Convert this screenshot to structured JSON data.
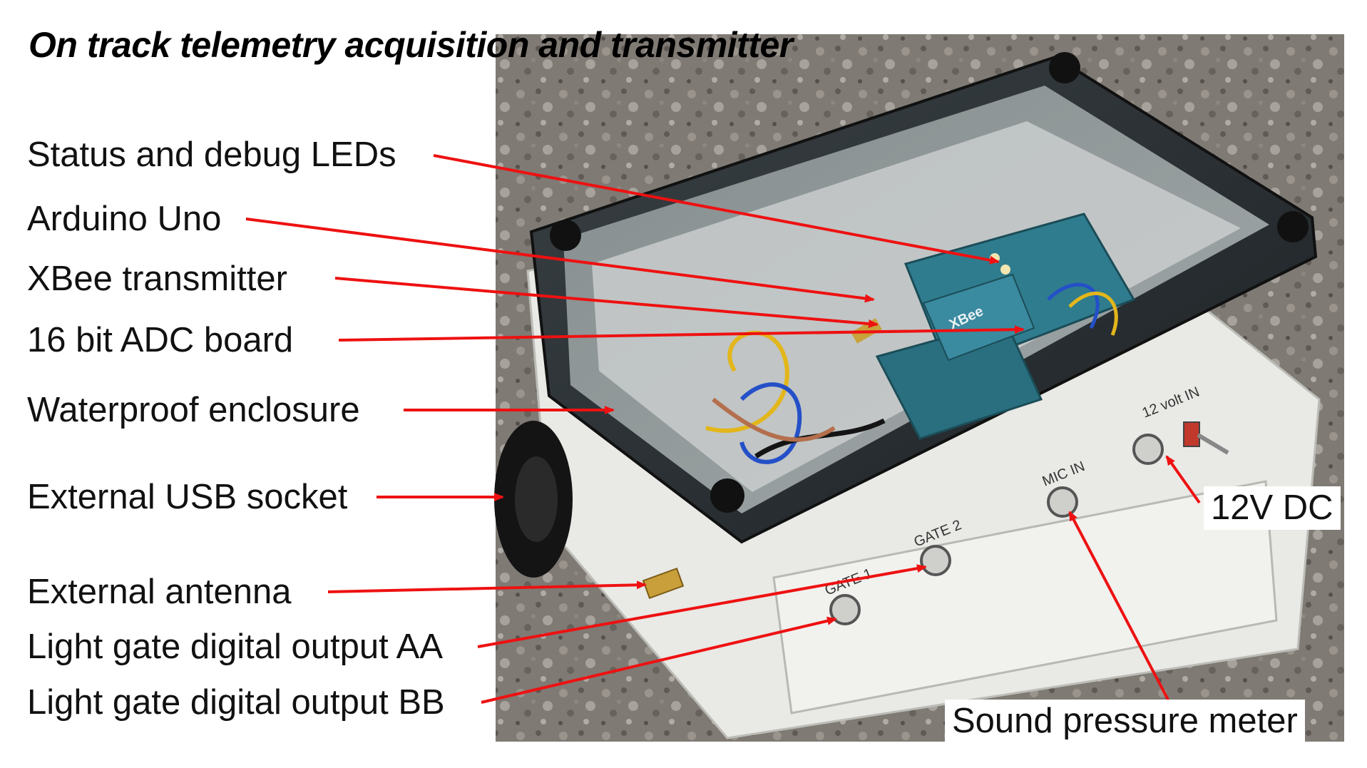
{
  "title": "On track telemetry acquisition and transmitter",
  "labels": {
    "status_leds": "Status and debug LEDs",
    "arduino": "Arduino Uno",
    "xbee": "XBee transmitter",
    "adc": "16 bit ADC board",
    "enclosure": "Waterproof enclosure",
    "usb": "External USB socket",
    "antenna": "External antenna",
    "gate_aa": "Light gate digital output AA",
    "gate_bb": "Light gate digital output BB",
    "dc": "12V DC",
    "sound": "Sound pressure meter"
  },
  "panel_text": {
    "gate1": "GATE 1",
    "gate2": "GATE 2",
    "mic": "MIC IN",
    "volt": "12 volt IN",
    "xbee_chip": "XBee"
  },
  "colors": {
    "arrow": "#ee1111",
    "asphalt": "#7f7a74",
    "enclosure": "#e9e9e6",
    "lid": "#2b3033",
    "pcb": "#2f7c8e"
  }
}
